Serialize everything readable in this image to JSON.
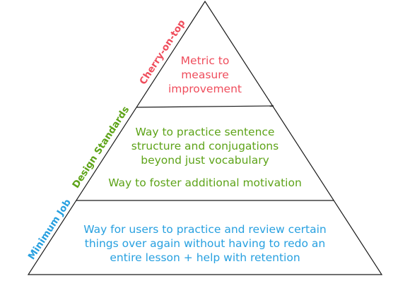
{
  "colors": {
    "outline": "#1a1a1a",
    "top_tier": "#ef4d5c",
    "middle_tier": "#5da318",
    "bottom_tier": "#27a0e0"
  },
  "tiers": {
    "top": {
      "side_label": "Cherry-on-top",
      "lines": [
        "Metric to",
        "measure",
        "improvement"
      ]
    },
    "middle": {
      "side_label": "Design Standards",
      "group1": [
        "Way to practice sentence",
        "structure and conjugations",
        "beyond just vocabulary"
      ],
      "group2": [
        "Way to foster additional motivation"
      ]
    },
    "bottom": {
      "side_label": "Minimum Job",
      "lines": [
        "Way for users to practice and review certain",
        "things over again without having to redo an",
        "entire lesson + help with retention"
      ]
    }
  }
}
